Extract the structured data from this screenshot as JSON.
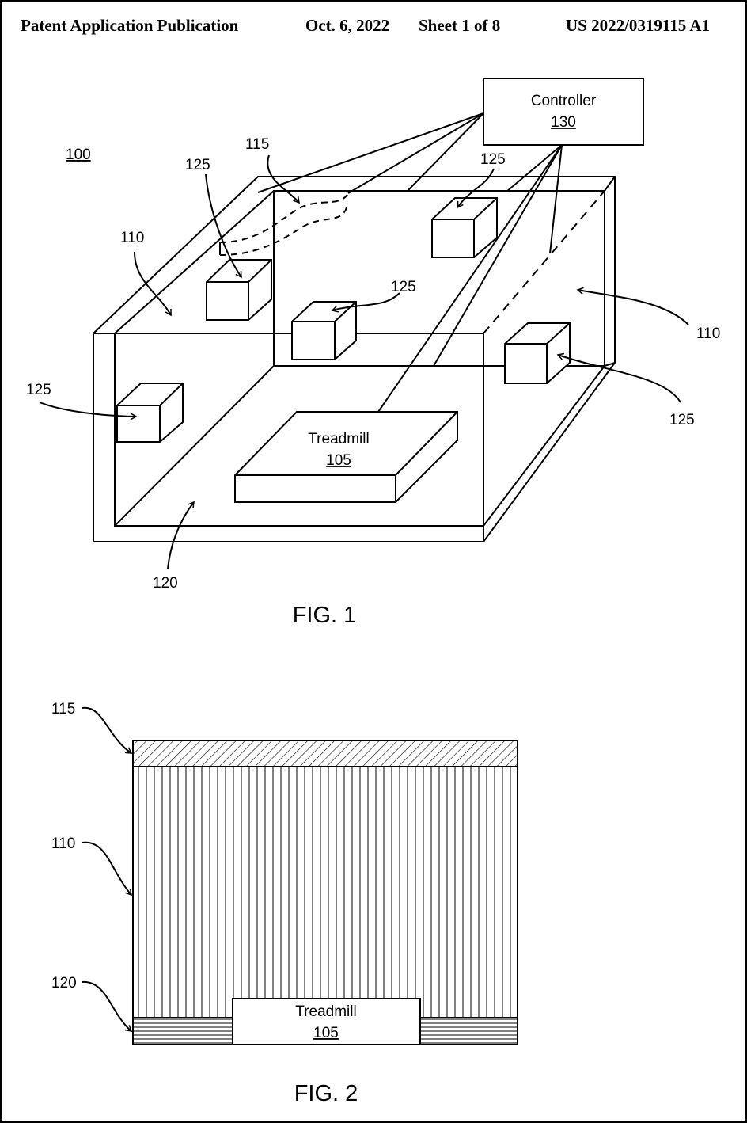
{
  "header": {
    "publication": "Patent Application Publication",
    "date": "Oct. 6, 2022",
    "sheet": "Sheet 1 of 8",
    "number": "US 2022/0319115 A1"
  },
  "fig1": {
    "caption": "FIG. 1",
    "system_ref": "100",
    "controller": {
      "label": "Controller",
      "ref": "130"
    },
    "treadmill": {
      "label": "Treadmill",
      "ref": "105"
    },
    "ref_wall_left": "110",
    "ref_wall_right": "110",
    "ref_ceiling": "115",
    "ref_floor": "120",
    "ref_sensor_left": "125",
    "ref_sensor_back_left": "125",
    "ref_sensor_center": "125",
    "ref_sensor_back_right": "125",
    "ref_sensor_right": "125"
  },
  "fig2": {
    "caption": "FIG. 2",
    "ref_ceiling": "115",
    "ref_wall": "110",
    "ref_floor": "120",
    "treadmill": {
      "label": "Treadmill",
      "ref": "105"
    }
  }
}
